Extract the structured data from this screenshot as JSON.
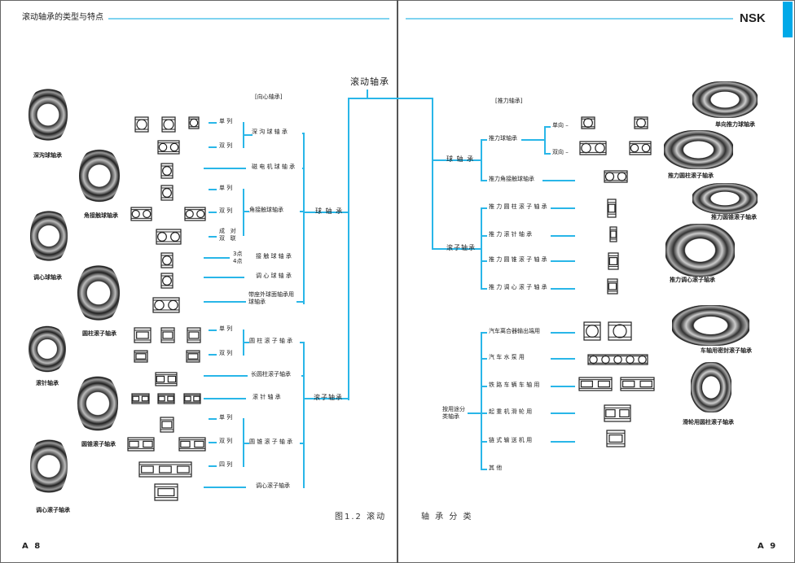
{
  "header": {
    "section_title": "滚动轴承的类型与特点",
    "brand": "NSK"
  },
  "root": "滚动轴承",
  "radial": {
    "heading": "[向心轴承]",
    "ball": "球 轴 承",
    "roller": "滚子轴承",
    "deep_groove": "深 沟 球 轴 承",
    "magneto": "磁 电 机 球 轴 承",
    "angular": "角接触球轴承",
    "four_point": "接 触 球 轴 承",
    "four_point_prefix": "3点\n4点",
    "self_aligning": "调 心 球 轴 承",
    "insert": "带座外球面轴承用\n球轴承",
    "cylindrical": "圆 柱 滚 子 轴 承",
    "long_cyl": "长圆柱滚子轴承",
    "needle": "滚   针   轴   承",
    "tapered": "圆 锥 滚 子 轴 承",
    "spherical": "调心滚子轴承",
    "single": "单  列",
    "double": "双  列",
    "pair": "成   对\n双   联",
    "four": "四  列"
  },
  "thrust": {
    "heading": "[推力轴承]",
    "ball": "球 轴 承",
    "roller": "滚子轴承",
    "thrust_ball": "推力球轴承",
    "one_way": "单向 –",
    "two_way": "双向 –",
    "thrust_angular": "推力角接触球轴承",
    "thrust_cyl": "推 力 圆 柱 滚 子 轴 承",
    "thrust_needle": "推  力  滚  针  轴  承",
    "thrust_tapered": "推 力 圆 锥 滚 子 轴 承",
    "thrust_spherical": "推 力 调 心 滚 子 轴 承"
  },
  "usage": {
    "label": "按用途分\n类轴承",
    "items": [
      "汽车离合器输出端用",
      "汽   车   水   泵   用",
      "铁 路 车 辆 车 轴 用",
      "起  重  机  滑  轮  用",
      "链  式  输  送  机  用",
      "其      他"
    ]
  },
  "photos_left": [
    "深沟球轴承",
    "角接触球轴承",
    "调心球轴承",
    "圆柱滚子轴承",
    "滚针轴承",
    "圆锥滚子轴承",
    "调心滚子轴承"
  ],
  "photos_right": [
    "单向推力球轴承",
    "推力圆柱滚子轴承",
    "推力圆锥滚子轴承",
    "推力调心滚子轴承",
    "车轴用密封滚子轴承",
    "滑轮用圆柱滚子轴承"
  ],
  "caption": {
    "left": "图1.2  滚动",
    "right": "轴 承 分 类"
  },
  "pages": {
    "left": "A 8",
    "right": "A 9"
  }
}
